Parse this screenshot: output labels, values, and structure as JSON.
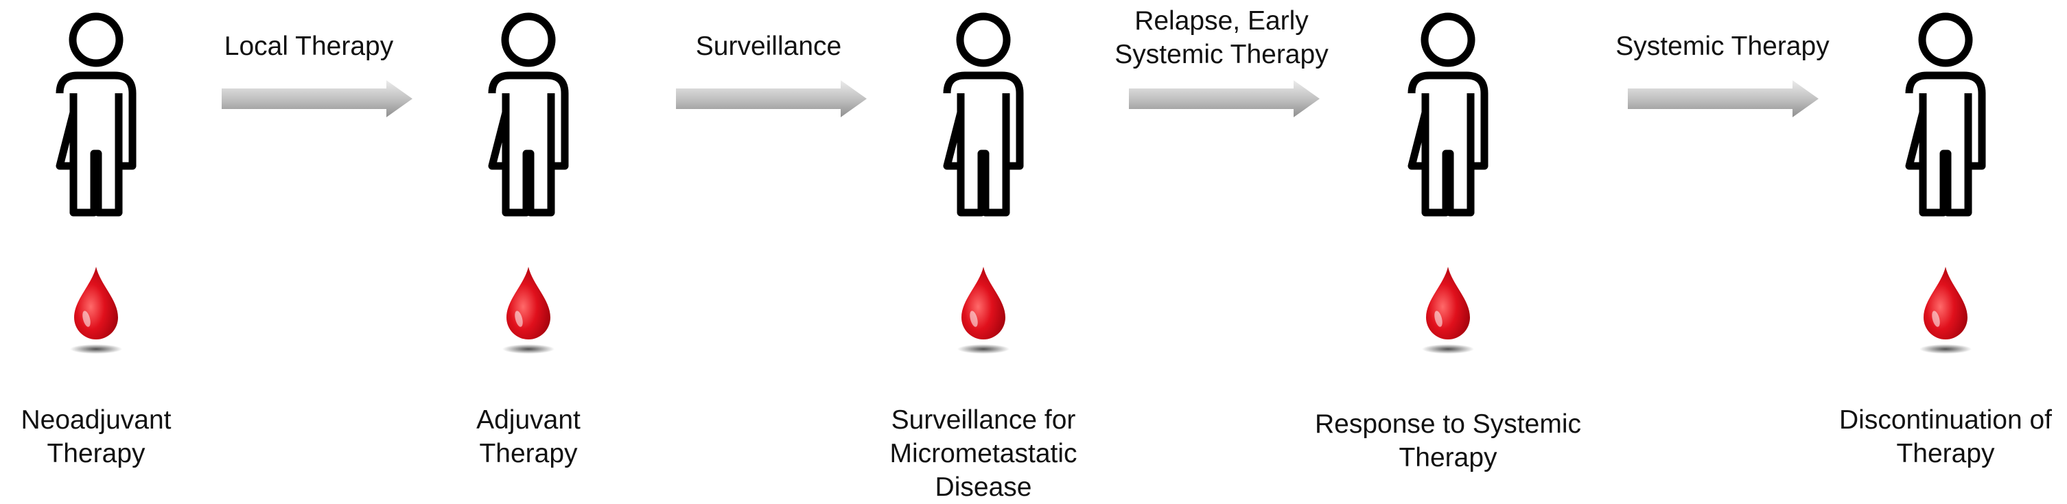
{
  "stages": [
    {
      "label": "Neoadjuvant\nTherapy"
    },
    {
      "label": "Adjuvant\nTherapy"
    },
    {
      "label": "Surveillance for\nMicrometastatic Disease"
    },
    {
      "label": "Response to Systemic\nTherapy"
    },
    {
      "label": "Discontinuation of\nTherapy"
    }
  ],
  "transitions": [
    {
      "label": "Local Therapy"
    },
    {
      "label": "Surveillance"
    },
    {
      "label": "Relapse, Early\nSystemic Therapy"
    },
    {
      "label": "Systemic Therapy"
    }
  ],
  "icons": {
    "person": "person-outline-icon",
    "drop": "blood-drop-icon",
    "arrow": "right-arrow-icon"
  },
  "colors": {
    "person_stroke": "#000000",
    "drop_light": "#ff4d4d",
    "drop_dark": "#b3000a",
    "arrow_light": "#e2e2e2",
    "arrow_dark": "#9c9c9c"
  }
}
